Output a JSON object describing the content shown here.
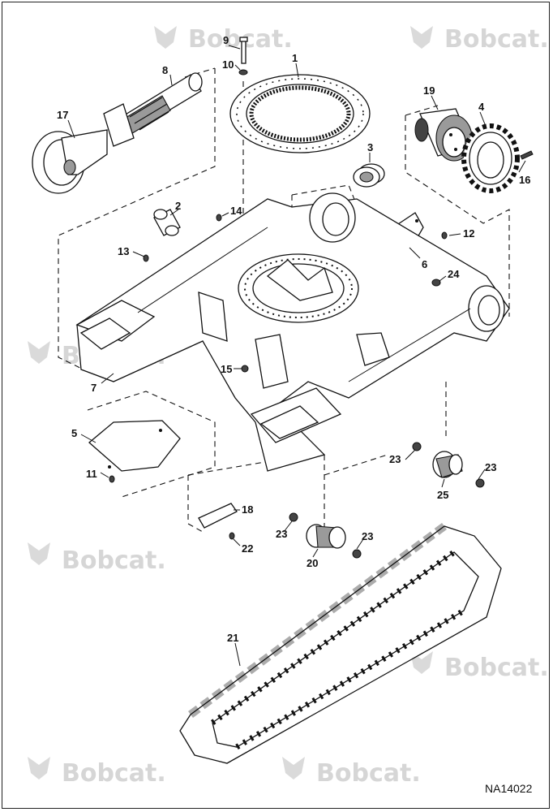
{
  "watermark": {
    "text": "Bobcat."
  },
  "reference_code": "NA14022",
  "callouts": [
    {
      "id": "1",
      "label": "1"
    },
    {
      "id": "2",
      "label": "2"
    },
    {
      "id": "3",
      "label": "3"
    },
    {
      "id": "4",
      "label": "4"
    },
    {
      "id": "5",
      "label": "5"
    },
    {
      "id": "6",
      "label": "6"
    },
    {
      "id": "7",
      "label": "7"
    },
    {
      "id": "8",
      "label": "8"
    },
    {
      "id": "9",
      "label": "9"
    },
    {
      "id": "10",
      "label": "10"
    },
    {
      "id": "11",
      "label": "11"
    },
    {
      "id": "12",
      "label": "12"
    },
    {
      "id": "13",
      "label": "13"
    },
    {
      "id": "14",
      "label": "14"
    },
    {
      "id": "15",
      "label": "15"
    },
    {
      "id": "16",
      "label": "16"
    },
    {
      "id": "17",
      "label": "17"
    },
    {
      "id": "18",
      "label": "18"
    },
    {
      "id": "19",
      "label": "19"
    },
    {
      "id": "20",
      "label": "20"
    },
    {
      "id": "21",
      "label": "21"
    },
    {
      "id": "22",
      "label": "22"
    },
    {
      "id": "23a",
      "label": "23"
    },
    {
      "id": "23b",
      "label": "23"
    },
    {
      "id": "23c",
      "label": "23"
    },
    {
      "id": "23d",
      "label": "23"
    },
    {
      "id": "24",
      "label": "24"
    },
    {
      "id": "25",
      "label": "25"
    }
  ]
}
